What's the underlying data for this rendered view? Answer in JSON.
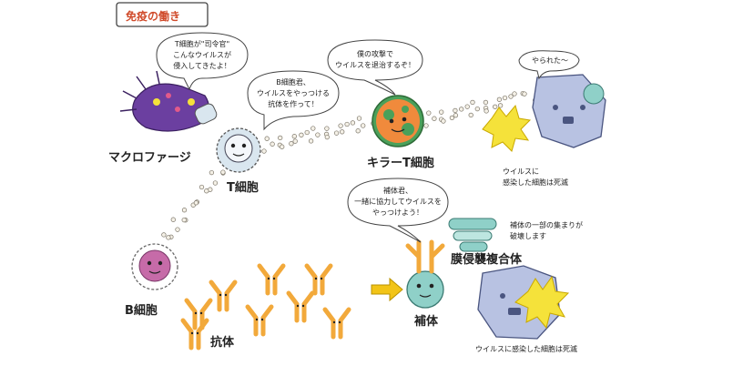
{
  "title": "免疫の働き",
  "labels": {
    "macrophage": "マクロファージ",
    "t_cell": "T細胞",
    "killer_t": "キラーT細胞",
    "b_cell": "B細胞",
    "antibody": "抗体",
    "complement": "補体",
    "mac": "膜侵襲複合体"
  },
  "speech": {
    "macrophage": [
      "T細胞が\"司令官\"",
      "こんなウイルスが",
      "侵入してきたよ！"
    ],
    "t_cell": [
      "B細胞君、",
      "ウイルスをやっつける",
      "抗体を作って！"
    ],
    "killer_t": [
      "僕の攻撃で",
      "ウイルスを退治するぞ！"
    ],
    "complement": [
      "補体君、",
      "一緒に協力してウイルスを",
      "やっつけよう！"
    ],
    "virus": [
      "やられた～"
    ]
  },
  "notes": {
    "infected_top": [
      "ウイルスに",
      "感染した細胞は死滅"
    ],
    "mac_note": [
      "補体の一部の集まりが",
      "破壊します"
    ],
    "infected_bottom": [
      "ウイルスに感染した細胞は死滅"
    ]
  },
  "colors": {
    "title": "#d04a2a",
    "antibody": "#f2a93b",
    "tcell": "#d9e6ef",
    "killer": "#f08a3c",
    "virus": "#f5e23a",
    "complement": "#8fd0c8",
    "macrophage": "#6b3fa0",
    "bcell": "#c66ba8"
  }
}
